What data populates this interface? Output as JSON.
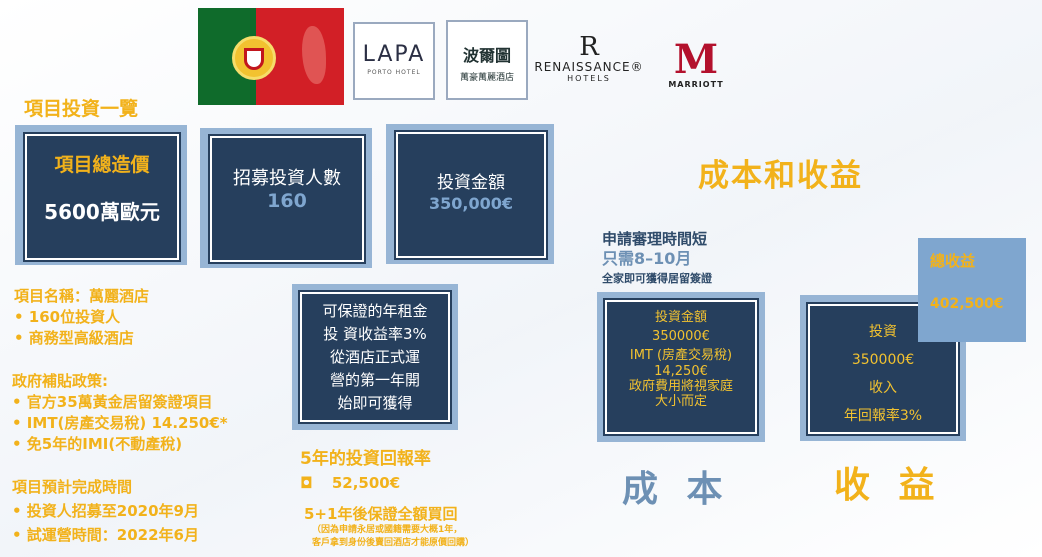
{
  "logos": {
    "lapa_name": "LAPA",
    "lapa_sub": "PORTO HOTEL",
    "bolan_name": "波爾圖",
    "bolan_sub": "萬豪萬麗酒店",
    "renaissance_mark": "R",
    "renaissance_name": "RENAISSANCE®",
    "renaissance_sub": "HOTELS",
    "marriott_mark": "M",
    "marriott_name": "MARRIOTT"
  },
  "overview": {
    "heading": "項目投資一覽",
    "total_title": "項目總造價",
    "total_value": "5600萬歐元",
    "recruit_title": "招募投資人數",
    "recruit_value": "160",
    "amount_title": "投資金額",
    "amount_value": "350,000€"
  },
  "project_info": {
    "name_line": "項目名稱：萬麗酒店",
    "bullet1": "• 160位投資人",
    "bullet2": "• 商務型高級酒店"
  },
  "policy": {
    "heading": "政府補貼政策:",
    "bullet1": "• 官方35萬黃金居留簽證項目",
    "bullet2": "• IMT(房產交易稅) 14.250€*",
    "bullet3": "• 免5年的IMI(不動產稅)"
  },
  "schedule": {
    "heading": "項目預計完成時間",
    "bullet1": "• 投資人招募至2020年9月",
    "bullet2": "• 試運營時間：2022年6月"
  },
  "guarantee_box": {
    "line1": "可保證的年租金",
    "line2": "投 資收益率3%",
    "line3": "從酒店正式運",
    "line4": "營的第一年開",
    "line5": "始即可獲得"
  },
  "return": {
    "heading": "5年的投資回報率",
    "bullet_mark": "◘",
    "amount": "52,500€",
    "buyback": "5+1年後保證全額買回",
    "note1": "（因為申請永居或國籍需要大概1年，",
    "note2": "客戶拿到身份後賣回酒店才能原價回購）"
  },
  "right": {
    "heading": "成本和收益",
    "apply_line1": "申請審理時間短",
    "apply_line2": "只需8–10月",
    "apply_line3": "全家即可獲得居留簽證",
    "cost_box": {
      "l1": "投資金額",
      "l2": "350000€",
      "l3": "IMT (房產交易稅)",
      "l4": "14,250€",
      "l5": "政府費用將視家庭",
      "l6": "大小而定"
    },
    "gain_box": {
      "l1": "投資",
      "l2": "350000€",
      "l3": "收入",
      "l4": "年回報率3%"
    },
    "total_gain_title": "總收益",
    "total_gain_value": "402,500€",
    "cost_label": "成 本",
    "gain_label": "收 益"
  }
}
